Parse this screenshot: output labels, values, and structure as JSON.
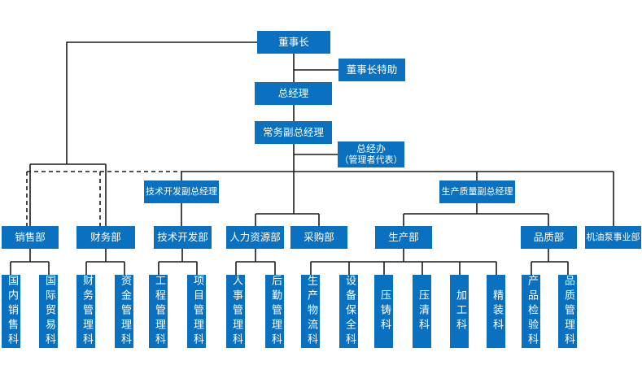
{
  "diagram": {
    "type": "org-chart",
    "language": "zh-CN",
    "colors": {
      "box_fill": "#0971C0",
      "box_text": "#FFFFFF",
      "line": "#1A1A1A",
      "background": "#FFFFFF"
    },
    "nodes": [
      {
        "id": "chairman",
        "label": "董事长",
        "parent": null,
        "link_style": "solid"
      },
      {
        "id": "chairman-assistant",
        "label": "董事长特助",
        "parent": "chairman",
        "link_style": "solid"
      },
      {
        "id": "general-manager",
        "label": "总经理",
        "parent": "chairman",
        "link_style": "solid"
      },
      {
        "id": "executive-deputy-gm",
        "label": "常务副总经理",
        "parent": "general-manager",
        "link_style": "solid"
      },
      {
        "id": "gm-office",
        "label": "总经办",
        "label2": "（管理者代表）",
        "parent": "executive-deputy-gm",
        "link_style": "solid"
      },
      {
        "id": "tech-dev-deputy-gm",
        "label": "技术开发副总经理",
        "parent": "executive-deputy-gm",
        "link_style": "solid"
      },
      {
        "id": "prod-quality-deputy-gm",
        "label": "生产质量副总经理",
        "parent": "executive-deputy-gm",
        "link_style": "solid"
      },
      {
        "id": "sales-dept",
        "label": "销售部",
        "parent": "chairman",
        "link_style": "solid",
        "secondary_parent": "executive-deputy-gm",
        "secondary_link_style": "dashed"
      },
      {
        "id": "finance-dept",
        "label": "财务部",
        "parent": "chairman",
        "link_style": "solid",
        "secondary_parent": "executive-deputy-gm",
        "secondary_link_style": "dashed"
      },
      {
        "id": "tech-dev-dept",
        "label": "技术开发部",
        "parent": "tech-dev-deputy-gm",
        "link_style": "solid"
      },
      {
        "id": "hr-dept",
        "label": "人力资源部",
        "parent": "executive-deputy-gm",
        "link_style": "solid"
      },
      {
        "id": "purchasing-dept",
        "label": "采购部",
        "parent": "executive-deputy-gm",
        "link_style": "solid"
      },
      {
        "id": "production-dept",
        "label": "生产部",
        "parent": "prod-quality-deputy-gm",
        "link_style": "solid"
      },
      {
        "id": "quality-dept",
        "label": "品质部",
        "parent": "prod-quality-deputy-gm",
        "link_style": "solid"
      },
      {
        "id": "oil-pump-division",
        "label": "机油泵事业部",
        "parent": "executive-deputy-gm",
        "link_style": "solid"
      },
      {
        "id": "domestic-sales-section",
        "label": "国内销售科",
        "parent": "sales-dept",
        "link_style": "solid",
        "orientation": "vertical"
      },
      {
        "id": "intl-trade-section",
        "label": "国际贸易科",
        "parent": "sales-dept",
        "link_style": "solid",
        "orientation": "vertical"
      },
      {
        "id": "finance-mgmt-section",
        "label": "财务管理科",
        "parent": "finance-dept",
        "link_style": "solid",
        "orientation": "vertical"
      },
      {
        "id": "fund-mgmt-section",
        "label": "资金管理科",
        "parent": "finance-dept",
        "link_style": "solid",
        "orientation": "vertical"
      },
      {
        "id": "engineering-mgmt-section",
        "label": "工程管理科",
        "parent": "tech-dev-dept",
        "link_style": "solid",
        "orientation": "vertical"
      },
      {
        "id": "project-mgmt-section",
        "label": "项目管理科",
        "parent": "tech-dev-dept",
        "link_style": "solid",
        "orientation": "vertical"
      },
      {
        "id": "personnel-mgmt-section",
        "label": "人事管理科",
        "parent": "hr-dept",
        "link_style": "solid",
        "orientation": "vertical"
      },
      {
        "id": "logistics-mgmt-section",
        "label": "后勤管理科",
        "parent": "hr-dept",
        "link_style": "solid",
        "orientation": "vertical"
      },
      {
        "id": "production-logistics-section",
        "label": "生产物流科",
        "parent": "production-dept",
        "link_style": "solid",
        "orientation": "vertical"
      },
      {
        "id": "equipment-maintenance-section",
        "label": "设备保全科",
        "parent": "production-dept",
        "link_style": "solid",
        "orientation": "vertical"
      },
      {
        "id": "die-casting-section",
        "label": "压铸科",
        "parent": "production-dept",
        "link_style": "solid",
        "orientation": "vertical"
      },
      {
        "id": "pressure-cleaning-section",
        "label": "压清科",
        "parent": "production-dept",
        "link_style": "solid",
        "orientation": "vertical"
      },
      {
        "id": "machining-section",
        "label": "加工科",
        "parent": "production-dept",
        "link_style": "solid",
        "orientation": "vertical"
      },
      {
        "id": "fine-assembly-section",
        "label": "精装科",
        "parent": "production-dept",
        "link_style": "solid",
        "orientation": "vertical"
      },
      {
        "id": "product-inspection-section",
        "label": "产品检验科",
        "parent": "quality-dept",
        "link_style": "solid",
        "orientation": "vertical"
      },
      {
        "id": "quality-mgmt-section",
        "label": "品质管理科",
        "parent": "quality-dept",
        "link_style": "solid",
        "orientation": "vertical"
      }
    ]
  }
}
